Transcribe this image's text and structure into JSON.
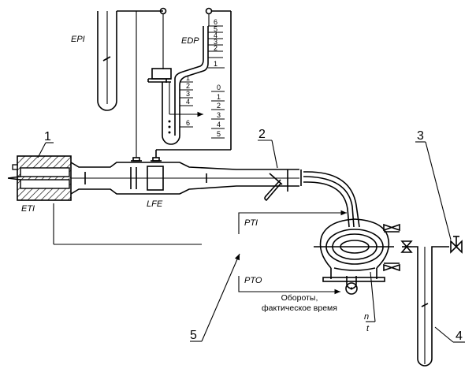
{
  "diagram": {
    "labels": {
      "epi": "EPI",
      "edp": "EDP",
      "eti": "ETI",
      "lfe": "LFE",
      "pti": "PTI",
      "pto": "PTO",
      "n": "n",
      "t": "t"
    },
    "callouts": [
      "1",
      "2",
      "3",
      "4",
      "5"
    ],
    "caption_line1": "Обороты,",
    "caption_line2": "фактическое время",
    "edp_upper_scale": [
      "6",
      "5",
      "4",
      "3",
      "2",
      "1"
    ],
    "edp_left_scale": [
      "1",
      "2",
      "3",
      "4",
      "6"
    ],
    "edp_right_scale": [
      "0",
      "1",
      "2",
      "3",
      "4",
      "5"
    ]
  }
}
